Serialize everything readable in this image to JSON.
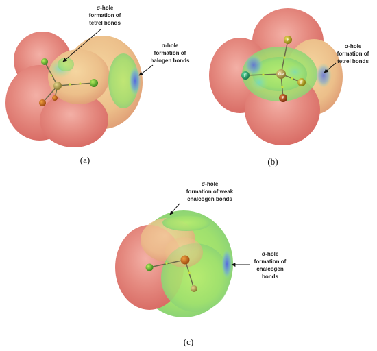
{
  "panels": [
    {
      "id": "a",
      "label": "(a)",
      "annotations": [
        {
          "lines": [
            "σ-hole",
            "formation of",
            "tetrel bonds"
          ]
        },
        {
          "lines": [
            "σ-hole",
            "formation of",
            "halogen bonds"
          ]
        }
      ]
    },
    {
      "id": "b",
      "label": "(b)",
      "annotations": [
        {
          "lines": [
            "σ-hole",
            "formation of",
            "tetrel bonds"
          ]
        }
      ],
      "atoms": [
        "F",
        "F",
        "F",
        "F",
        "Ge"
      ]
    },
    {
      "id": "c",
      "label": "(c)",
      "annotations": [
        {
          "lines": [
            "σ-hole",
            "formation of weak",
            "chalcogen bonds"
          ]
        },
        {
          "lines": [
            "σ-hole",
            "formation of",
            "chalcogen",
            "bonds"
          ]
        }
      ]
    }
  ],
  "colors": {
    "positive": "#e07878",
    "neutral": "#e8d890",
    "mid": "#a8e06a",
    "negative": "#5566dd"
  }
}
